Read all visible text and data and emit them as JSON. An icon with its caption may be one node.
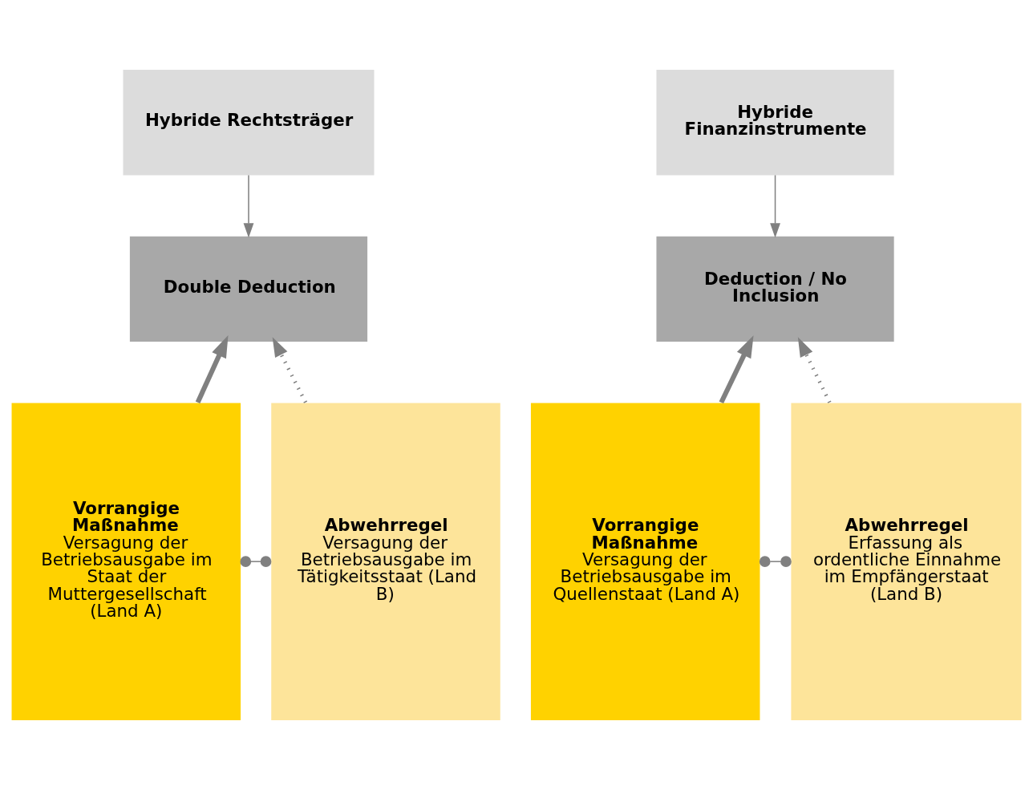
{
  "diagram": {
    "nodes": [
      {
        "text": [
          "Hybride Rechtsträger"
        ]
      },
      {
        "text": [
          "Double Deduction"
        ]
      },
      {
        "text": [
          "Vorrangige Maßnahme",
          "Versagung der Betriebsausgabe im Staat der Muttergesellschaft (Land A)"
        ]
      },
      {
        "text": [
          "Abwehrregel",
          "Versagung der Betriebsausgabe im Tätigkeitsstaat (Land B)"
        ]
      },
      {
        "text": [
          "Hybride Finanzinstrumente"
        ]
      },
      {
        "text": [
          "Deduction / No Inclusion"
        ]
      },
      {
        "text": [
          "Vorrangige Maßnahme",
          "Versagung der Betriebsausgabe im Quellenstaat (Land A)"
        ]
      },
      {
        "text": [
          "Abwehrregel",
          "Erfassung als ordentliche Einnahme im Empfängerstaat (Land B)"
        ]
      }
    ],
    "edges": [
      {
        "from": 0,
        "to": 1,
        "arrow": "to"
      },
      {
        "from": 2,
        "to": 1,
        "arrow": "to",
        "style": "thick"
      },
      {
        "from": 3,
        "to": 1,
        "arrow": "to",
        "style": "dashed"
      },
      {
        "from": 2,
        "to": 3,
        "arrow": "other"
      },
      {
        "from": 4,
        "to": 5,
        "arrow": "to"
      },
      {
        "from": 6,
        "to": 5,
        "arrow": "to",
        "style": "thick"
      },
      {
        "from": 7,
        "to": 5,
        "arrow": "to",
        "style": "dashed"
      },
      {
        "from": 6,
        "to": 7,
        "arrow": "other"
      }
    ]
  }
}
